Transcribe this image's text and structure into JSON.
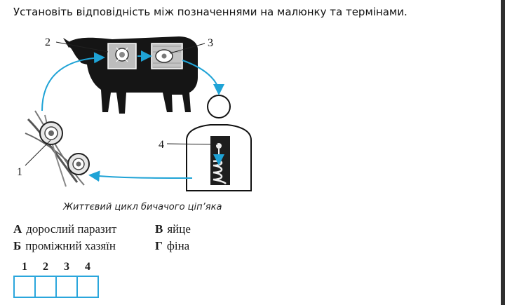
{
  "question": "Установіть відповідність між позначеннями на малюнку та термінами.",
  "figure": {
    "caption": "Життєвий цикл бичачого ціп’яка",
    "labels": [
      "1",
      "2",
      "3",
      "4"
    ]
  },
  "options": [
    {
      "letter": "А",
      "text": "дорослий паразит"
    },
    {
      "letter": "Б",
      "text": "проміжний хазяїн"
    },
    {
      "letter": "В",
      "text": "яйце"
    },
    {
      "letter": "Г",
      "text": "фіна"
    }
  ],
  "answer_grid": {
    "columns": [
      "1",
      "2",
      "3",
      "4"
    ]
  },
  "colors": {
    "accent": "#2aa6dc",
    "arrow": "#1fa3d6"
  }
}
